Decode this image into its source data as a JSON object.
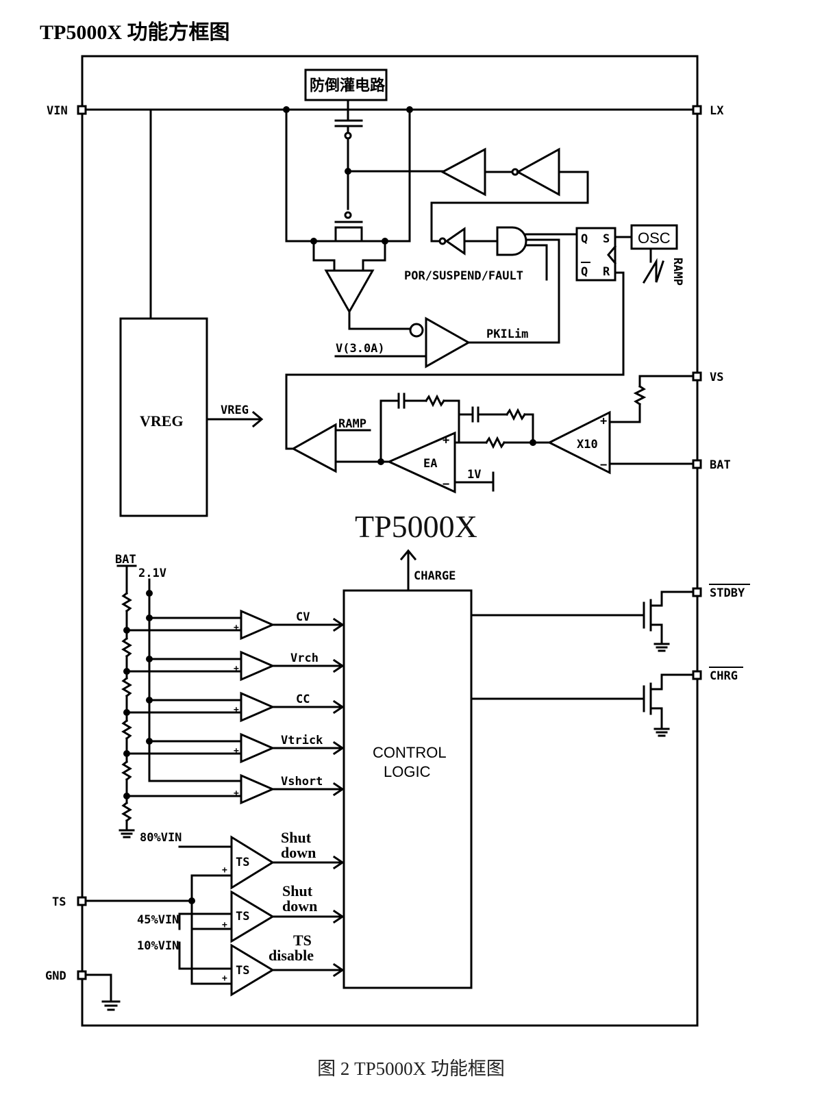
{
  "page": {
    "heading": "TP5000X 功能方框图",
    "caption": "图 2    TP5000X 功能框图"
  },
  "pins": {
    "vin": "VIN",
    "lx": "LX",
    "vs": "VS",
    "bat": "BAT",
    "stdby": "STDBY",
    "chrg": "CHRG",
    "ts": "TS",
    "gnd": "GND"
  },
  "blocks": {
    "anti_backflow": "防倒灌电路",
    "osc": "OSC",
    "vreg": "VREG",
    "chip_name": "TP5000X",
    "control_logic_line1": "CONTROL",
    "control_logic_line2": "LOGIC"
  },
  "signals": {
    "vreg_out": "VREG",
    "por": "POR/SUSPEND/FAULT",
    "pkilim": "PKILim",
    "v3a": "V(3.0A)",
    "ramp_osc": "RAMP",
    "ramp_pwm": "RAMP",
    "ea": "EA",
    "one_v": "1V",
    "x10": "X10",
    "charge": "CHARGE",
    "bat_ladder": "BAT",
    "ref_21v": "2.1V",
    "cv": "CV",
    "vrch": "Vrch",
    "cc": "CC",
    "vtrick": "Vtrick",
    "vshort": "Vshort",
    "pct80": "80%VIN",
    "pct45": "45%VIN",
    "pct10": "10%VIN",
    "ts_cmp": "TS",
    "shut1_a": "Shut",
    "shut1_b": "down",
    "shut2_a": "Shut",
    "shut2_b": "down",
    "tsdis_a": "TS",
    "tsdis_b": "disable"
  },
  "latch": {
    "q": "Q",
    "s": "S",
    "qbar": "Q",
    "r": "R"
  }
}
